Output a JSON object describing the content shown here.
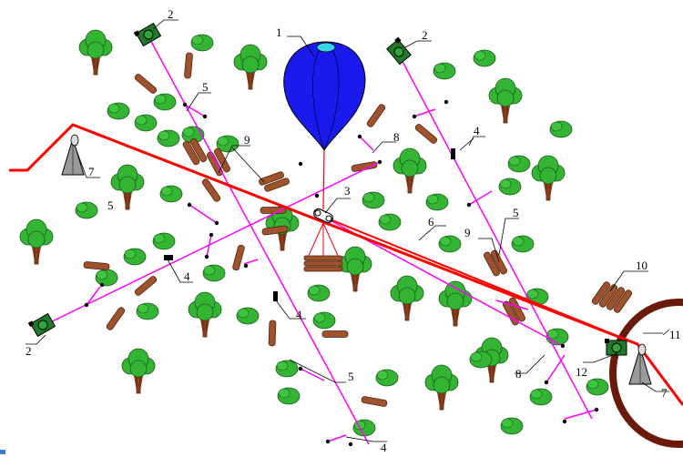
{
  "diagram": {
    "labels": {
      "n1": "1",
      "n2a": "2",
      "n2b": "2",
      "n2c": "2",
      "n3": "3",
      "n4a": "4",
      "n4b": "4",
      "n4c": "4",
      "n4d": "4",
      "n5a": "5",
      "n5b": "5",
      "n5c": "5",
      "n5d": "5",
      "n6": "6",
      "n7a": "7",
      "n7b": "7",
      "n8a": "8",
      "n8b": "8",
      "n9a": "9",
      "n9b": "9",
      "n10": "10",
      "n11": "11",
      "n12": "12"
    },
    "colors": {
      "cable": "#ff0000",
      "skyline": "#ff00ff",
      "balloon": "#1a1aee",
      "tree_leaf": "#33b533",
      "tree_trunk": "#8b3a1a",
      "log": "#a0522d",
      "winch": "#1f7a2a",
      "landing_ring": "#6b1a0a"
    }
  }
}
